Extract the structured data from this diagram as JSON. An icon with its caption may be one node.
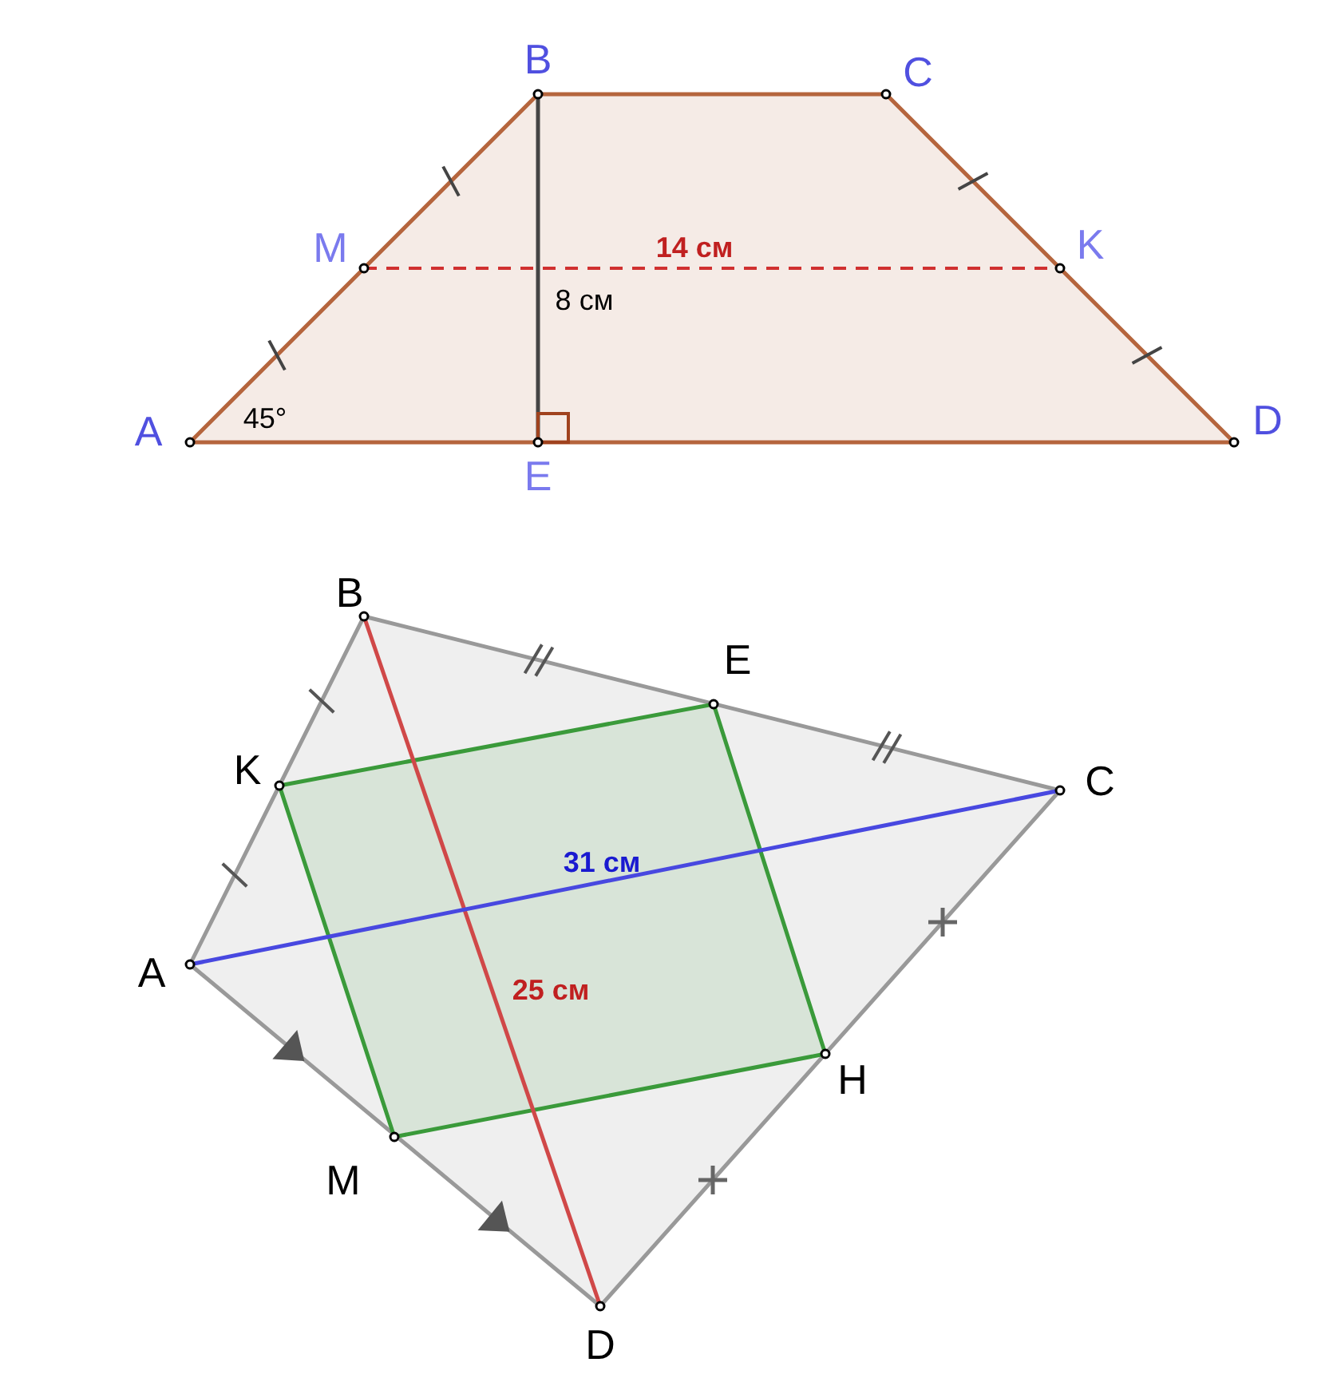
{
  "diagram": {
    "labels": [
      "B",
      "C",
      "M",
      "14 см",
      "K",
      "8 см",
      "A",
      "45°",
      "D",
      "E",
      "B",
      "E",
      "K",
      "C",
      "31 см",
      "A",
      "25 см",
      "H",
      "M",
      "D"
    ]
  }
}
